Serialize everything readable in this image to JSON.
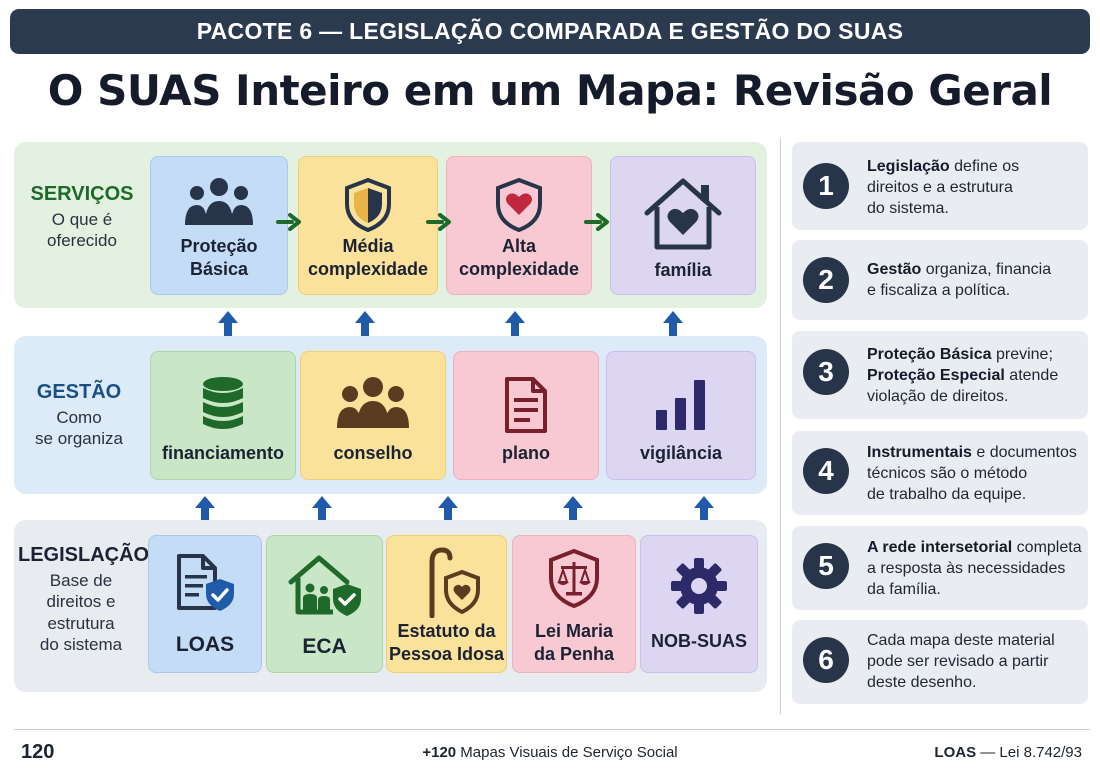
{
  "header": {
    "banner": "PACOTE 6 — LEGISLAÇÃO COMPARADA E GESTÃO DO SUAS",
    "title": "O SUAS Inteiro em um Mapa: Revisão Geral"
  },
  "colors": {
    "servicos_head": "#1f6a2a",
    "gestao_head": "#1d4f86",
    "legislacao_head": "#1b2233",
    "arrow_up": "#1f5ba8",
    "arrow_right": "#1f6a2a",
    "icon_dark": "#27344a",
    "heart": "#c0283d"
  },
  "bands": {
    "servicos": {
      "head": "SERVIÇOS",
      "sub1": "O que é",
      "sub2": "oferecido"
    },
    "gestao": {
      "head": "GESTÃO",
      "sub1": "Como",
      "sub2": "se organiza"
    },
    "legislacao": {
      "head": "LEGISLAÇÃO",
      "sub1": "Base de",
      "sub2": "direitos e",
      "sub3": "estrutura",
      "sub4": "do sistema"
    }
  },
  "servicos": [
    {
      "icon": "people-icon",
      "line1": "Proteção",
      "line2": "Básica"
    },
    {
      "icon": "shield-icon",
      "line1": "Média",
      "line2": "complexidade"
    },
    {
      "icon": "heart-shield-icon",
      "line1": "Alta",
      "line2": "complexidade"
    },
    {
      "icon": "house-heart-icon",
      "line1": "família"
    }
  ],
  "gestao": [
    {
      "icon": "database-icon",
      "label": "financiamento"
    },
    {
      "icon": "council-icon",
      "label": "conselho"
    },
    {
      "icon": "document-icon",
      "label": "plano"
    },
    {
      "icon": "bar-chart-icon",
      "label": "vigilância"
    }
  ],
  "legislacao": [
    {
      "icon": "doc-shield-icon",
      "line1": "LOAS"
    },
    {
      "icon": "family-house-icon",
      "line1": "ECA"
    },
    {
      "icon": "cane-shield-icon",
      "line1": "Estatuto da",
      "line2": "Pessoa Idosa"
    },
    {
      "icon": "scales-shield-icon",
      "line1": "Lei Maria",
      "line2": "da Penha"
    },
    {
      "icon": "gear-icon",
      "line1": "NOB-SUAS"
    }
  ],
  "steps": [
    {
      "num": "1",
      "bold1": "Legislação",
      "l1": " define os",
      "l2": "direitos e a estrutura",
      "l3": "do sistema."
    },
    {
      "num": "2",
      "bold1": "Gestão",
      "l1": " organiza, financia",
      "l2": "e fiscaliza a política."
    },
    {
      "num": "3",
      "bold1": "Proteção Básica",
      "l1": " previne;",
      "bold2": "Proteção Especial",
      "l2": " atende",
      "l3": "violação de direitos."
    },
    {
      "num": "4",
      "bold1": "Instrumentais",
      "l1": " e documentos",
      "l2": "técnicos são o método",
      "l3": "de trabalho da equipe."
    },
    {
      "num": "5",
      "bold1": "A rede intersetorial",
      "l1": " completa",
      "l2": "a resposta às necessidades",
      "l3": "da família."
    },
    {
      "num": "6",
      "l1": "Cada mapa deste material",
      "l2": "pode ser revisado a partir",
      "l3": "deste desenho."
    }
  ],
  "footer": {
    "page": "120",
    "mid_bold": "+120",
    "mid_text": " Mapas Visuais de Serviço Social",
    "right_bold": "LOAS",
    "right_text": " — Lei 8.742/93"
  }
}
